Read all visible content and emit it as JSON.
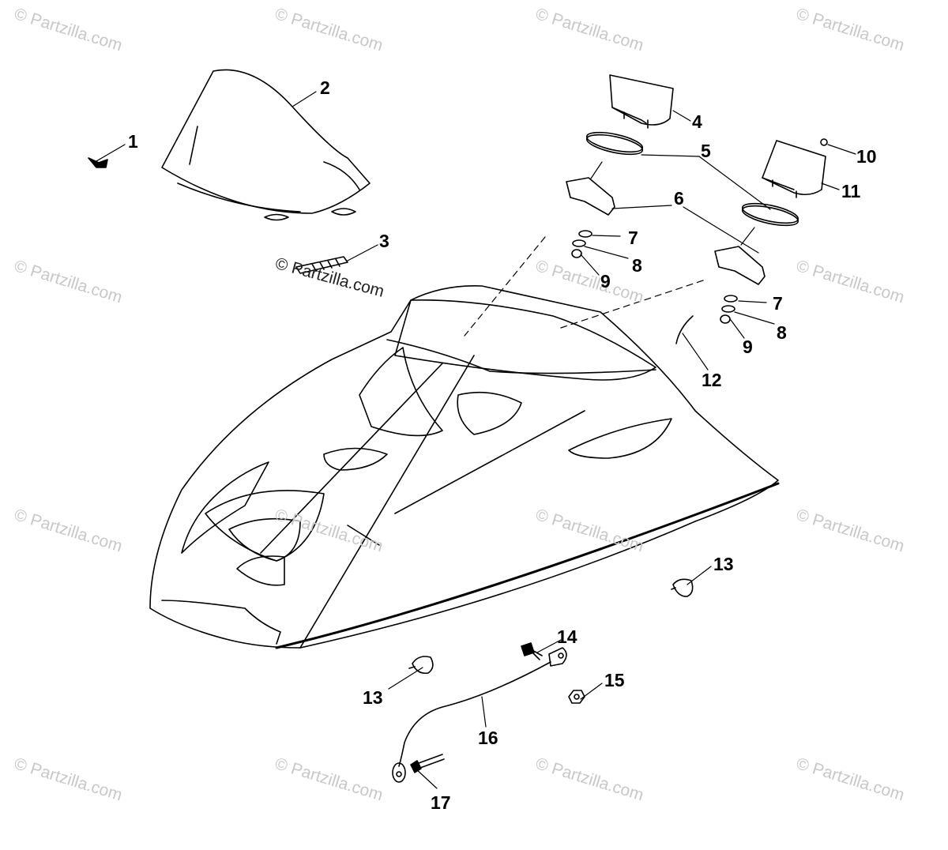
{
  "watermark": "© Partzilla.com",
  "watermark_center": "© Partzilla.com",
  "callouts": [
    {
      "id": "c1",
      "label": "1"
    },
    {
      "id": "c2",
      "label": "2"
    },
    {
      "id": "c3",
      "label": "3"
    },
    {
      "id": "c4",
      "label": "4"
    },
    {
      "id": "c5",
      "label": "5"
    },
    {
      "id": "c6",
      "label": "6"
    },
    {
      "id": "c7a",
      "label": "7"
    },
    {
      "id": "c7b",
      "label": "7"
    },
    {
      "id": "c8a",
      "label": "8"
    },
    {
      "id": "c8b",
      "label": "8"
    },
    {
      "id": "c9a",
      "label": "9"
    },
    {
      "id": "c9b",
      "label": "9"
    },
    {
      "id": "c10",
      "label": "10"
    },
    {
      "id": "c11",
      "label": "11"
    },
    {
      "id": "c12",
      "label": "12"
    },
    {
      "id": "c13a",
      "label": "13"
    },
    {
      "id": "c13b",
      "label": "13"
    },
    {
      "id": "c14",
      "label": "14"
    },
    {
      "id": "c15",
      "label": "15"
    },
    {
      "id": "c16",
      "label": "16"
    },
    {
      "id": "c17",
      "label": "17"
    }
  ]
}
